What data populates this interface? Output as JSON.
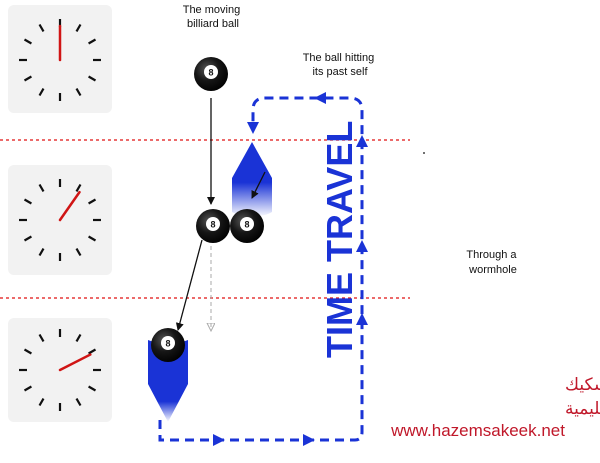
{
  "labels": {
    "moving_ball": [
      "The moving",
      "billiard ball"
    ],
    "hitting": [
      "The ball hitting",
      "its past self"
    ],
    "wormhole": [
      "Through a",
      "wormhole"
    ],
    "time_travel": "TIME TRAVEL"
  },
  "credits": {
    "line1": "د. حازم فلاح سكيك",
    "line2": "شبكة الفيزياء التعليمية",
    "website": "www.hazemsakeek.net"
  },
  "ball_number": "8",
  "clocks": [
    {
      "hand_angle_deg": 0
    },
    {
      "hand_angle_deg": 35
    },
    {
      "hand_angle_deg": 63
    }
  ],
  "colors": {
    "accent_blue": "#1a33d6",
    "credit_red": "#c0182a",
    "divider_red": "#e01010"
  }
}
